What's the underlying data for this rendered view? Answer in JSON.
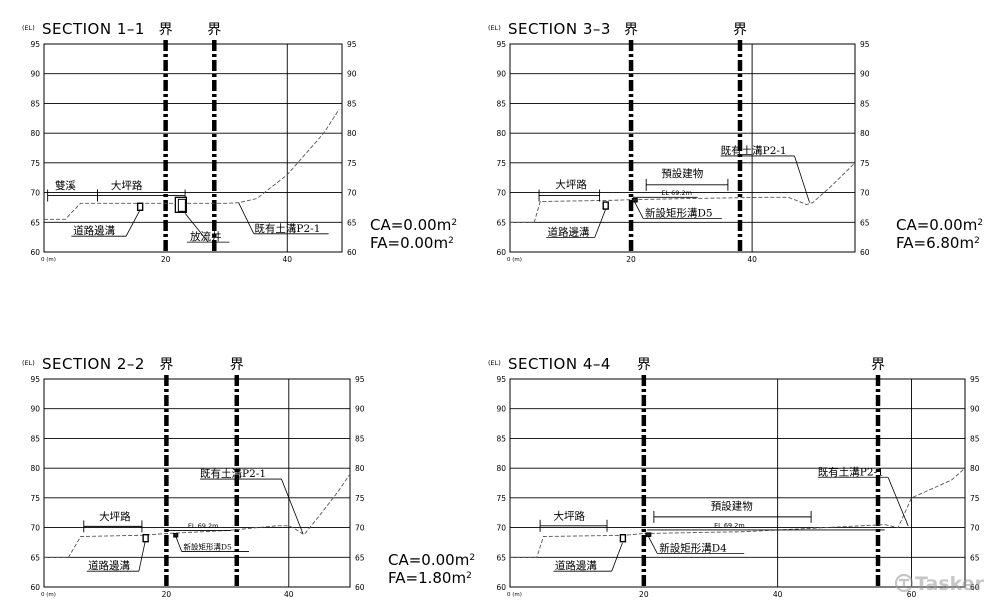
{
  "sections": [
    {
      "id": "1-1",
      "title": "SECTION  1–1",
      "el_unit": "(EL)",
      "x_unit": "0 (m)",
      "y_ticks": [
        "60",
        "65",
        "70",
        "75",
        "80",
        "85",
        "90",
        "95"
      ],
      "x_ticks": [
        "20",
        "40"
      ],
      "boundary_label": "界",
      "ca": "CA=0.00m",
      "fa": "FA=0.00m",
      "area_exp": "2",
      "labels": {
        "shuangxi": "雙溪",
        "dapinglu": "大坪路",
        "road_ditch": "道路邊溝",
        "fangliujing": "放流井",
        "existing_ditch": "既有土溝P2-1"
      },
      "ground_profile": [
        [
          0,
          65.5
        ],
        [
          3.5,
          65.5
        ],
        [
          6,
          68.2
        ],
        [
          30,
          68.2
        ],
        [
          32,
          68.3
        ],
        [
          35,
          69
        ],
        [
          40,
          73
        ],
        [
          43,
          76.5
        ],
        [
          46,
          80
        ],
        [
          48.5,
          84
        ]
      ]
    },
    {
      "id": "3-3",
      "title": "SECTION  3–3",
      "el_unit": "(EL)",
      "x_unit": "0 (m)",
      "y_ticks": [
        "60",
        "65",
        "70",
        "75",
        "80",
        "85",
        "90",
        "95"
      ],
      "x_ticks": [
        "20",
        "40"
      ],
      "boundary_label": "界",
      "ca": "CA=0.00m",
      "fa": "FA=6.80m",
      "area_exp": "2",
      "labels": {
        "dapinglu": "大坪路",
        "road_ditch": "道路邊溝",
        "planned_building": "預設建物",
        "el_text": "EL 69.2m",
        "new_ditch": "新設矩形溝D5",
        "existing_ditch": "既有土溝P2-1"
      },
      "ground_profile": [
        [
          0,
          65
        ],
        [
          4,
          65
        ],
        [
          5,
          68.5
        ],
        [
          17,
          68.7
        ],
        [
          20,
          68.8
        ],
        [
          30,
          69
        ],
        [
          42,
          69.2
        ],
        [
          46,
          69.2
        ],
        [
          49,
          68
        ],
        [
          50,
          68.3
        ],
        [
          53,
          71
        ],
        [
          55,
          73
        ],
        [
          57,
          75
        ]
      ]
    },
    {
      "id": "2-2",
      "title": "SECTION  2–2",
      "el_unit": "(EL)",
      "x_unit": "0 (m)",
      "y_ticks": [
        "60",
        "65",
        "70",
        "75",
        "80",
        "85",
        "90",
        "95"
      ],
      "x_ticks": [
        "20",
        "40"
      ],
      "boundary_label": "界",
      "ca": "CA=0.00m",
      "fa": "FA=1.80m",
      "area_exp": "2",
      "labels": {
        "dapinglu": "大坪路",
        "road_ditch": "道路邊溝",
        "el_text": "EL 69.2m",
        "new_ditch": "新設矩形溝D5",
        "existing_ditch": "既有土溝P2-1"
      },
      "ground_profile": [
        [
          0,
          65
        ],
        [
          4,
          65
        ],
        [
          6,
          68.5
        ],
        [
          16,
          68.7
        ],
        [
          20,
          69
        ],
        [
          30,
          69.5
        ],
        [
          38,
          70.3
        ],
        [
          40,
          70.3
        ],
        [
          41,
          69.8
        ],
        [
          42.5,
          68.8
        ],
        [
          45,
          72
        ],
        [
          48,
          76
        ],
        [
          50,
          79
        ]
      ]
    },
    {
      "id": "4-4",
      "title": "SECTION  4–4",
      "el_unit": "(EL)",
      "x_unit": "0 (m)",
      "y_ticks": [
        "60",
        "65",
        "70",
        "75",
        "80",
        "85",
        "90",
        "95"
      ],
      "x_ticks": [
        "20",
        "40",
        "60"
      ],
      "boundary_label": "界",
      "ca": "",
      "fa": "",
      "area_exp": "",
      "labels": {
        "dapinglu": "大坪路",
        "road_ditch": "道路邊溝",
        "planned_building": "預設建物",
        "el_text": "EL 69.2m",
        "new_ditch": "新設矩形溝D4",
        "existing_ditch": "既有土溝P2-1"
      },
      "ground_profile": [
        [
          0,
          65
        ],
        [
          4,
          65
        ],
        [
          5,
          68.5
        ],
        [
          17,
          68.7
        ],
        [
          20,
          69
        ],
        [
          35,
          69.3
        ],
        [
          56,
          70.5
        ],
        [
          58,
          70
        ],
        [
          60,
          75
        ],
        [
          66,
          78
        ],
        [
          68,
          80
        ]
      ]
    }
  ],
  "watermark": "Tasker"
}
